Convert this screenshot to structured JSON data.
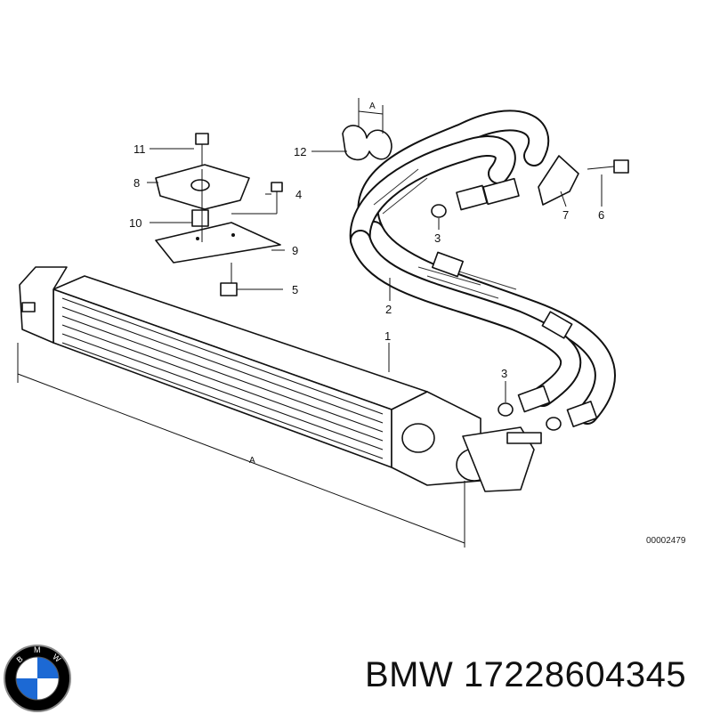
{
  "diagram": {
    "callouts": [
      "1",
      "2",
      "3",
      "3",
      "4",
      "5",
      "6",
      "7",
      "8",
      "9",
      "10",
      "11",
      "12"
    ],
    "dimension_label": "A",
    "dimension_label_small": "A",
    "reference_code": "00002479"
  },
  "logo": {
    "letters": "BMW",
    "colors": {
      "blue": "#1c69d4",
      "white": "#ffffff",
      "ring": "#000000"
    }
  },
  "footer": {
    "brand": "BMW",
    "part_number": "17228604345"
  }
}
